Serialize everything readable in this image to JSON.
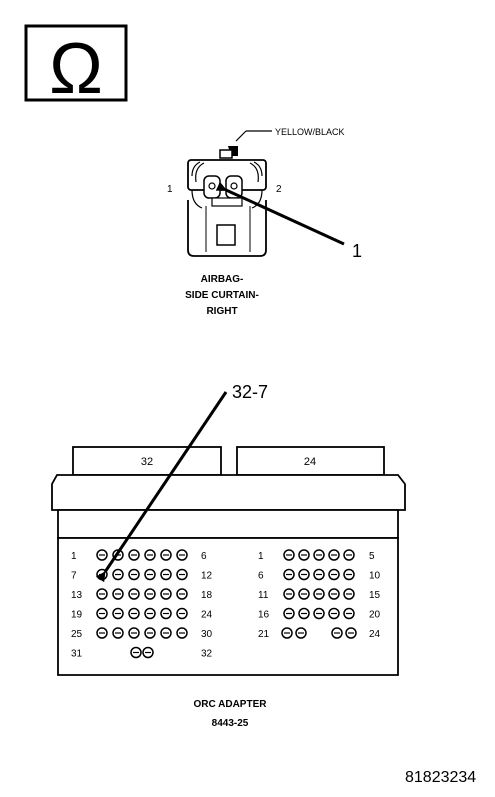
{
  "ohm_symbol": "Ω",
  "connector": {
    "wire_color": "YELLOW/BLACK",
    "pin_left": "1",
    "pin_right": "2",
    "callout": "1",
    "title_lines": [
      "AIRBAG-",
      "SIDE CURTAIN-",
      "RIGHT"
    ]
  },
  "adapter": {
    "callout": "32-7",
    "left_block": {
      "label": "32",
      "rows": [
        {
          "start": "1",
          "end": "6",
          "pins": 6
        },
        {
          "start": "7",
          "end": "12",
          "pins": 6
        },
        {
          "start": "13",
          "end": "18",
          "pins": 6
        },
        {
          "start": "19",
          "end": "24",
          "pins": 6
        },
        {
          "start": "25",
          "end": "30",
          "pins": 6
        },
        {
          "start": "31",
          "end": "32",
          "pins": 2
        }
      ]
    },
    "right_block": {
      "label": "24",
      "rows": [
        {
          "start": "1",
          "end": "5",
          "pins": 5
        },
        {
          "start": "6",
          "end": "10",
          "pins": 5
        },
        {
          "start": "11",
          "end": "15",
          "pins": 5
        },
        {
          "start": "16",
          "end": "20",
          "pins": 5
        },
        {
          "start": "21",
          "end": "24",
          "pins": 4
        }
      ]
    },
    "title_lines": [
      "ORC ADAPTER",
      "8443-25"
    ]
  },
  "figure_id": "81823234"
}
